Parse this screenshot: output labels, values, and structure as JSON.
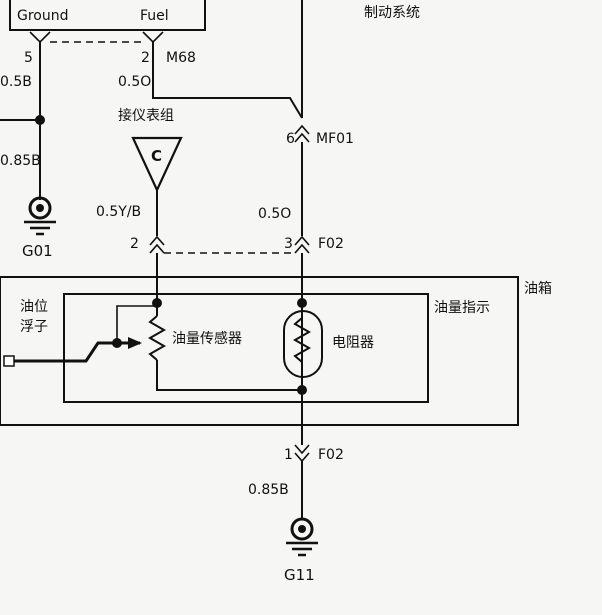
{
  "connector_top": {
    "pin_ground_label": "Ground",
    "pin_fuel_label": "Fuel",
    "pin_ground_num": "5",
    "pin_fuel_num": "2",
    "connector_id": "M68"
  },
  "wires": {
    "left_top_spec": "0.5B",
    "left_bottom_spec": "0.85B",
    "fuel_top_spec": "0.5O",
    "fuel_mid_spec": "0.5Y/B",
    "right_mid_spec": "0.5O",
    "bottom_spec": "0.85B"
  },
  "labels": {
    "brake_system": "制动系统",
    "instrument_cluster": "接仪表组",
    "cluster_ref": "C",
    "ground_top": "G01",
    "ground_bottom": "G11",
    "fuel_tank": "油箱",
    "fuel_indicator": "油量指示",
    "float_line1": "油位",
    "float_line2": "浮子",
    "sensor": "油量传感器",
    "resistor": "电阻器"
  },
  "connectors": {
    "mf01_pin": "6",
    "mf01_id": "MF01",
    "f02a_pin_left": "2",
    "f02a_pin_right": "3",
    "f02a_id": "F02",
    "f02b_pin": "1",
    "f02b_id": "F02"
  }
}
